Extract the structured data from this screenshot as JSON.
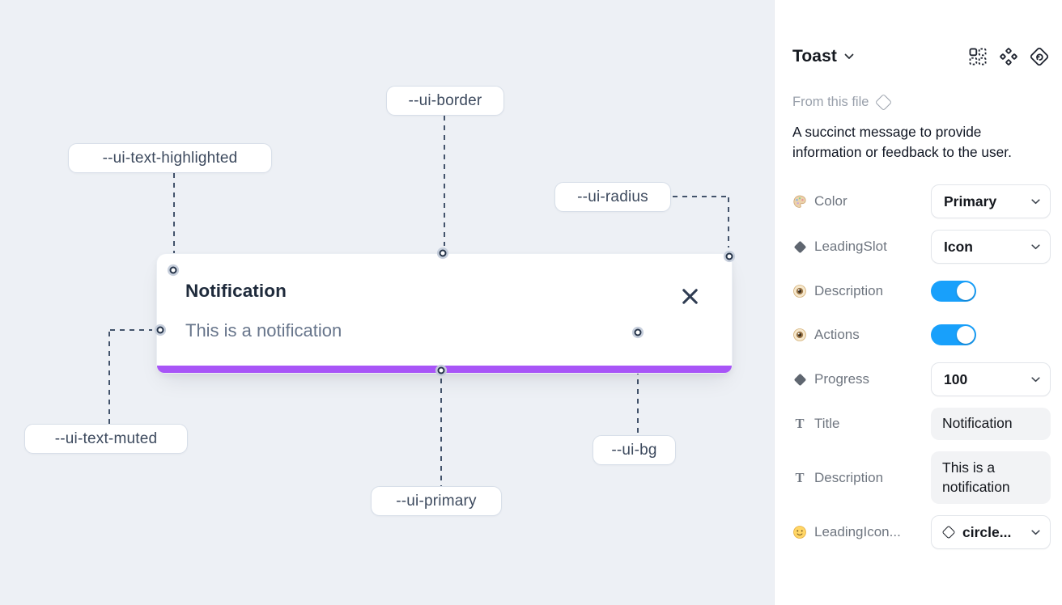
{
  "canvas": {
    "toast": {
      "title": "Notification",
      "description": "This is a notification",
      "close_icon": "x-close-icon"
    },
    "annotations": [
      {
        "text": "--ui-border"
      },
      {
        "text": "--ui-text-highlighted"
      },
      {
        "text": "--ui-radius"
      },
      {
        "text": "--ui-text-muted"
      },
      {
        "text": "--ui-primary"
      },
      {
        "text": "--ui-bg"
      }
    ],
    "colors": {
      "canvas_bg": "#edf0f5",
      "toast_bg": "#ffffff",
      "primary_bar": "#a855f7",
      "title_text": "#1e2a3b",
      "muted_text": "#67758b"
    }
  },
  "panel": {
    "header": {
      "title": "Toast",
      "icons": [
        "variant-grid-icon",
        "component-set-icon",
        "component-return-icon"
      ]
    },
    "source": {
      "label": "From this file",
      "icon": "diamond-outline-icon"
    },
    "description": "A succinct message to provide information or feedback to the user.",
    "rows": [
      {
        "icon": "palette-icon",
        "label": "Color",
        "type": "select",
        "value": "Primary"
      },
      {
        "icon": "diamond-icon",
        "label": "LeadingSlot",
        "type": "select",
        "value": "Icon"
      },
      {
        "icon": "eye-icon",
        "label": "Description",
        "type": "toggle",
        "value": "on"
      },
      {
        "icon": "eye-icon",
        "label": "Actions",
        "type": "toggle",
        "value": "on"
      },
      {
        "icon": "diamond-icon",
        "label": "Progress",
        "type": "select",
        "value": "100"
      },
      {
        "icon": "text-type-icon",
        "label": "Title",
        "type": "text",
        "value": "Notification"
      },
      {
        "icon": "text-type-icon",
        "label": "Description",
        "type": "text",
        "value": "This is a notification"
      },
      {
        "icon": "smiley-icon",
        "label": "LeadingIcon...",
        "type": "select",
        "value": "circle...",
        "value_icon": "diamond-outline-icon"
      }
    ],
    "colors": {
      "toggle_on": "#18a0fb"
    }
  }
}
